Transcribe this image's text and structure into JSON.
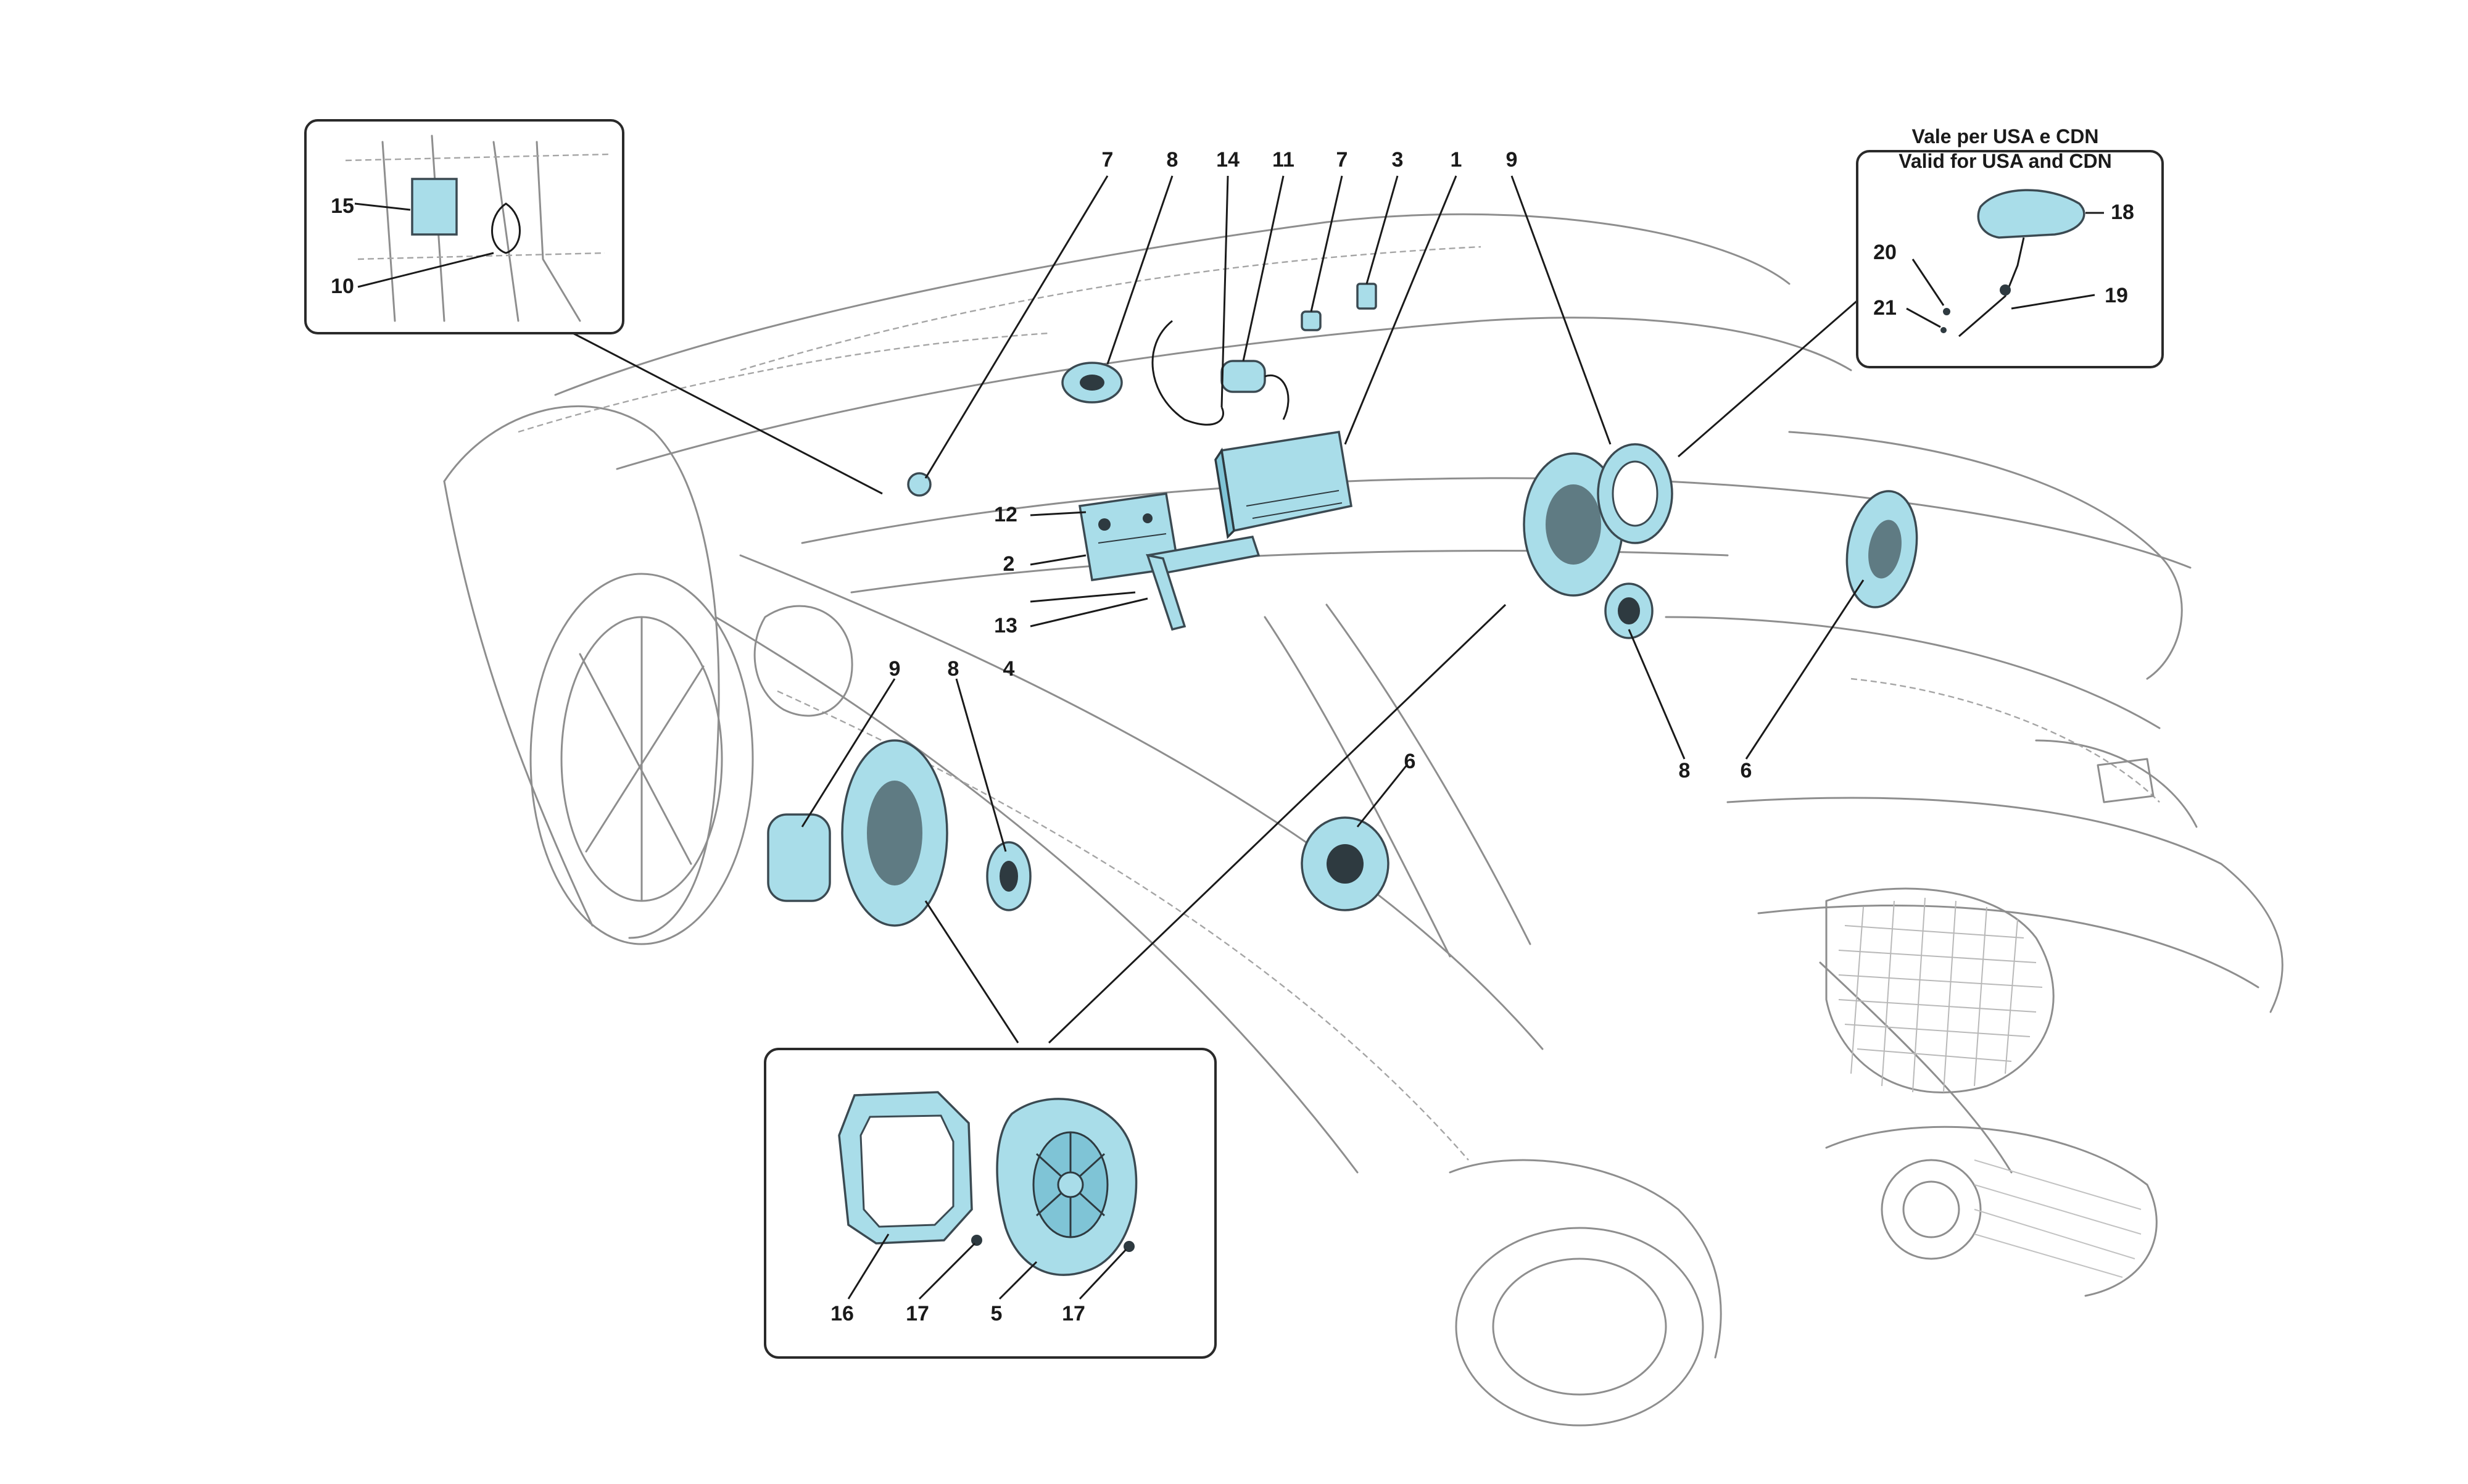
{
  "diagram": {
    "inset_usa": {
      "line1": "Vale per USA e CDN",
      "line2": "Valid for USA and CDN"
    },
    "callouts": {
      "c1": "1",
      "c2": "2",
      "c3": "3",
      "c4": "4",
      "c5": "5",
      "c6": "6",
      "c6b": "6",
      "c7": "7",
      "c7b": "7",
      "c8": "8",
      "c8b": "8",
      "c8c": "8",
      "c9": "9",
      "c9b": "9",
      "c10": "10",
      "c11": "11",
      "c12": "12",
      "c13": "13",
      "c14": "14",
      "c15": "15",
      "c16": "16",
      "c17": "17",
      "c17b": "17",
      "c18": "18",
      "c19": "19",
      "c20": "20",
      "c21": "21"
    }
  }
}
